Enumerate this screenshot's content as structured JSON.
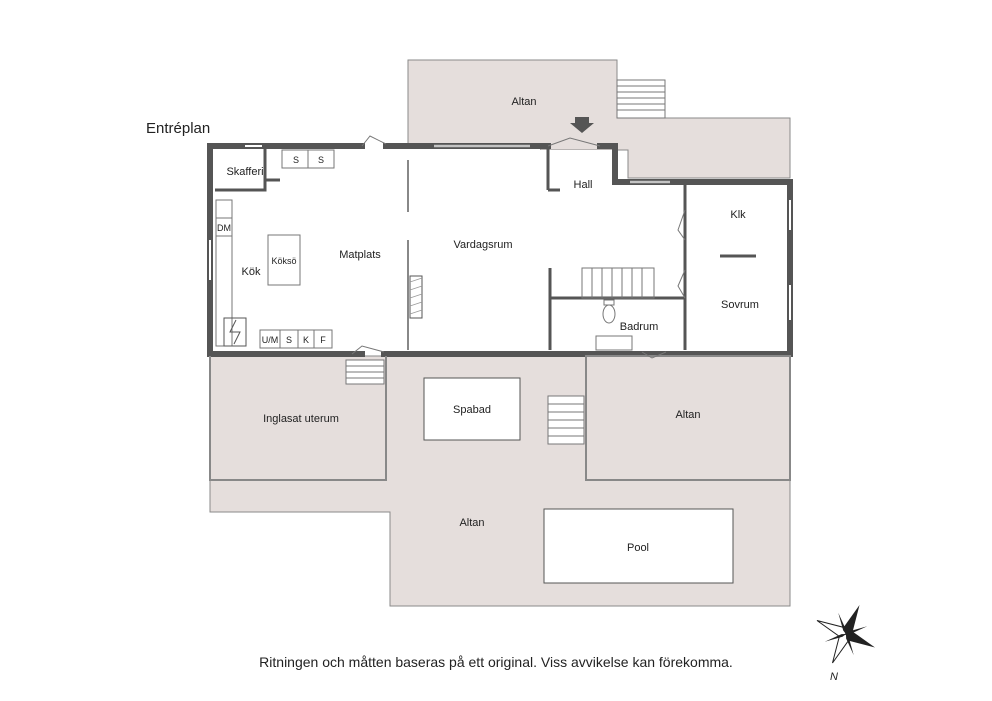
{
  "title": "Entréplan",
  "disclaimer": "Ritningen och måtten baseras på ett original. Viss avvikelse kan förekomma.",
  "compass": {
    "label": "N"
  },
  "colors": {
    "deck": "#e5dedc",
    "wall": "#555555",
    "line": "#777777"
  },
  "rooms": {
    "altan_top": "Altan",
    "skafferi": "Skafferi",
    "hall": "Hall",
    "klk": "Klk",
    "kok": "Kök",
    "koksö": "Köksö",
    "matplats": "Matplats",
    "vardagsrum": "Vardagsrum",
    "sovrum": "Sovrum",
    "badrum": "Badrum",
    "uterum": "Inglasat uterum",
    "spabad": "Spabad",
    "altan_right": "Altan",
    "altan_bottom": "Altan",
    "pool": "Pool"
  },
  "appliances": {
    "s1": "S",
    "s2": "S",
    "dm": "DM",
    "um": "U/M",
    "s3": "S",
    "k": "K",
    "f": "F"
  }
}
